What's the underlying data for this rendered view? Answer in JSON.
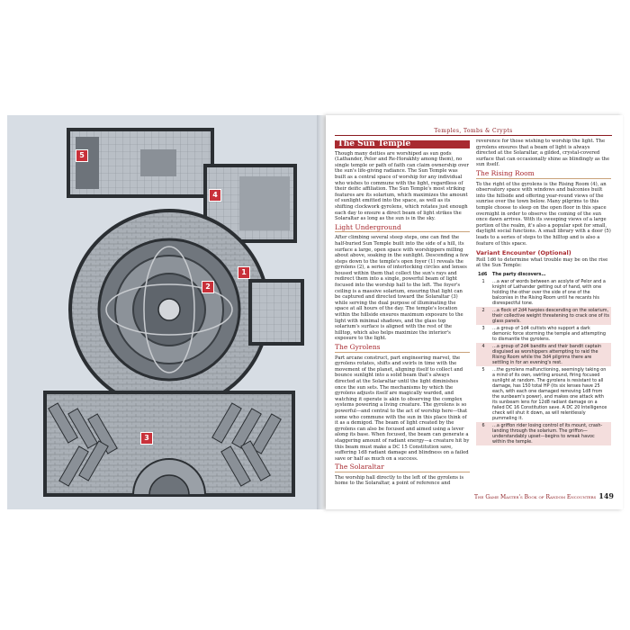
{
  "map": {
    "markers": [
      "1",
      "2",
      "3",
      "4",
      "5"
    ]
  },
  "page": {
    "running_header": "Temples, Tombs & Crypts",
    "footer_title": "The Game Master's Book of Random Encounters",
    "page_number": "149"
  },
  "sections": {
    "sun_temple_title": "The Sun Temple",
    "sun_temple_text": "Though many deities are worshiped as sun gods (Lathander, Pelor and Re-Horakhty among them), no single temple or path of faith can claim ownership over the sun's life-giving radiance. The Sun Temple was built as a central space of worship for any individual who wishes to commune with the light, regardless of their deific affiliation. The Sun Temple's most striking features are its solarium, which maximizes the amount of sunlight emitted into the space, as well as its shifting clockwork gyrolens, which rotates just enough each day to ensure a direct beam of light strikes the Solaraltar as long as the sun is in the sky.",
    "light_title": "Light Underground",
    "light_text": "After climbing several steep steps, one can find the half-buried Sun Temple built into the side of a hill, its surface a large, open space with worshippers milling about above, soaking in the sunlight. Descending a few steps down to the temple's open foyer (1) reveals the gyrolens (2), a series of interlocking circles and lenses housed within them that collect the sun's rays and redirect them into a single, powerful beam of light focused into the worship hall to the left. The foyer's ceiling is a massive solarium, ensuring that light can be captured and directed toward the Solaraltar (3) while serving the dual purpose of illuminating the space at all hours of the day. The temple's location within the hillside ensures maximum exposure to the light with minimal shadows, and the glass top solarium's surface is aligned with the rest of the hilltop, which also helps maximize the interior's exposure to the light.",
    "gyrolens_title": "The Gyrolens",
    "gyrolens_text": "Part arcane construct, part engineering marvel, the gyrolens rotates, shifts and swirls in time with the movement of the planet, aligning itself to collect and bounce sunlight into a solid beam that's always directed at the Solaraltar until the light diminishes once the sun sets. The mechanisms by which the gyrolens adjusts itself are magically warded, and watching it operate is akin to observing the complex systems powering a living creature. The gyrolens is so powerful—and central to the act of worship here—that some who commune with the sun in this place think of it as a demigod. The beam of light created by the gyrolens can also be focused and aimed using a lever along its base. When focused, the beam can generate a staggering amount of radiant energy—a creature hit by this beam must make a DC 15 Constitution save, suffering 1d8 radiant damage and blindness on a failed save or half as much on a success.",
    "solaraltar_title": "The Solaraltar",
    "solaraltar_text": "The worship hall directly to the left of the gyrolens is home to the Solaraltar, a point of reference and",
    "solaraltar_cont": "reverence for those wishing to worship the light. The gyrolens ensures that a beam of light is always directed at the Solaraltar, a gilded, crystal-covered surface that can occasionally shine as blindingly as the sun itself.",
    "rising_title": "The Rising Room",
    "rising_text": "To the right of the gyrolens is the Rising Room (4), an observatory space with windows and balconies built into the hillside and offering year-round views of the sunrise over the town below. Many pilgrims to this temple choose to sleep on the open floor in this space overnight in order to observe the coming of the sun once dawn arrives. With its sweeping views of a large portion of the realm, it's also a popular spot for small, daylight social functions. A small library with a door (5) leads to a series of steps to the hilltop and is also a feature of this space."
  },
  "variant": {
    "title": "Variant Encounter (Optional)",
    "intro": "Roll 1d6 to determine what trouble may be on the rise at the Sun Temple:",
    "col_roll": "1d6",
    "col_event": "The party discovers…",
    "rows": [
      {
        "roll": "1",
        "text": "…a war of words between an acolyte of Pelor and a knight of Lathander getting out of hand, with one holding the other over the side of one of the balconies in the Rising Room until he recants his disrespectful tone."
      },
      {
        "roll": "2",
        "text": "…a flock of 2d4 harpies descending on the solarium, their collective weight threatening to crack one of its glass panels."
      },
      {
        "roll": "3",
        "text": "…a group of 1d4 cultists who support a dark demonic force storming the temple and attempting to dismantle the gyrolens."
      },
      {
        "roll": "4",
        "text": "…a group of 2d4 bandits and their bandit captain disguised as worshippers attempting to raid the Rising Room while the 3d4 pilgrims there are settling in for an evening's rest."
      },
      {
        "roll": "5",
        "text": "…the gyrolens malfunctioning, seemingly taking on a mind of its own, swirling around, firing focused sunlight at random. The gyrolens is resistant to all damage, has 150 total HP (its six lenses have 25 each, with each one damaged removing 1d8 from the sunbeam's power), and makes one attack with its sunbeam lens for 12d8 radiant damage on a failed DC 16 Constitution save. A DC 20 Intelligence check will shut it down, as will relentlessly pummeling it."
      },
      {
        "roll": "6",
        "text": "…a griffon rider losing control of its mount, crash-landing through the solarium. The griffon—understandably upset—begins to wreak havoc within the temple."
      }
    ]
  },
  "colors": {
    "accent": "#a82a30",
    "map_bg": "#d7dde4",
    "table_stripe": "#f4dedd"
  }
}
